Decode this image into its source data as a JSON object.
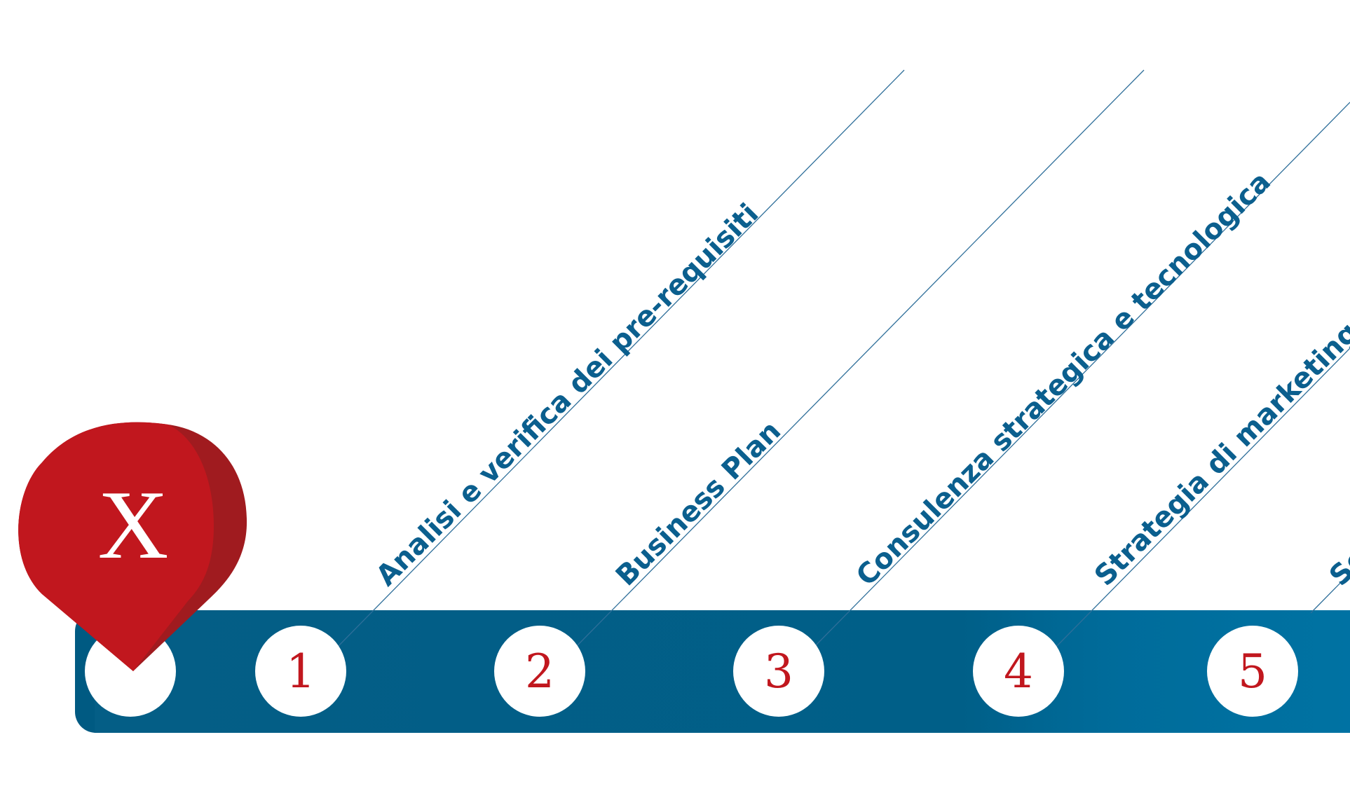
{
  "start": {
    "pin_label": "X"
  },
  "steps": [
    {
      "number": "1",
      "label": "Analisi e verifica dei pre-requisiti"
    },
    {
      "number": "2",
      "label": "Business Plan"
    },
    {
      "number": "3",
      "label": "Consulenza strategica e tecnologica"
    },
    {
      "number": "4",
      "label": "Strategia di marketing"
    },
    {
      "number": "5",
      "label": "Sol"
    }
  ],
  "colors": {
    "track": "#005f88",
    "pin": "#c1171e",
    "pin_shade": "#a01b1f",
    "label": "#0b5f8e",
    "number": "#c1171e",
    "line": "#2f6f9a"
  }
}
